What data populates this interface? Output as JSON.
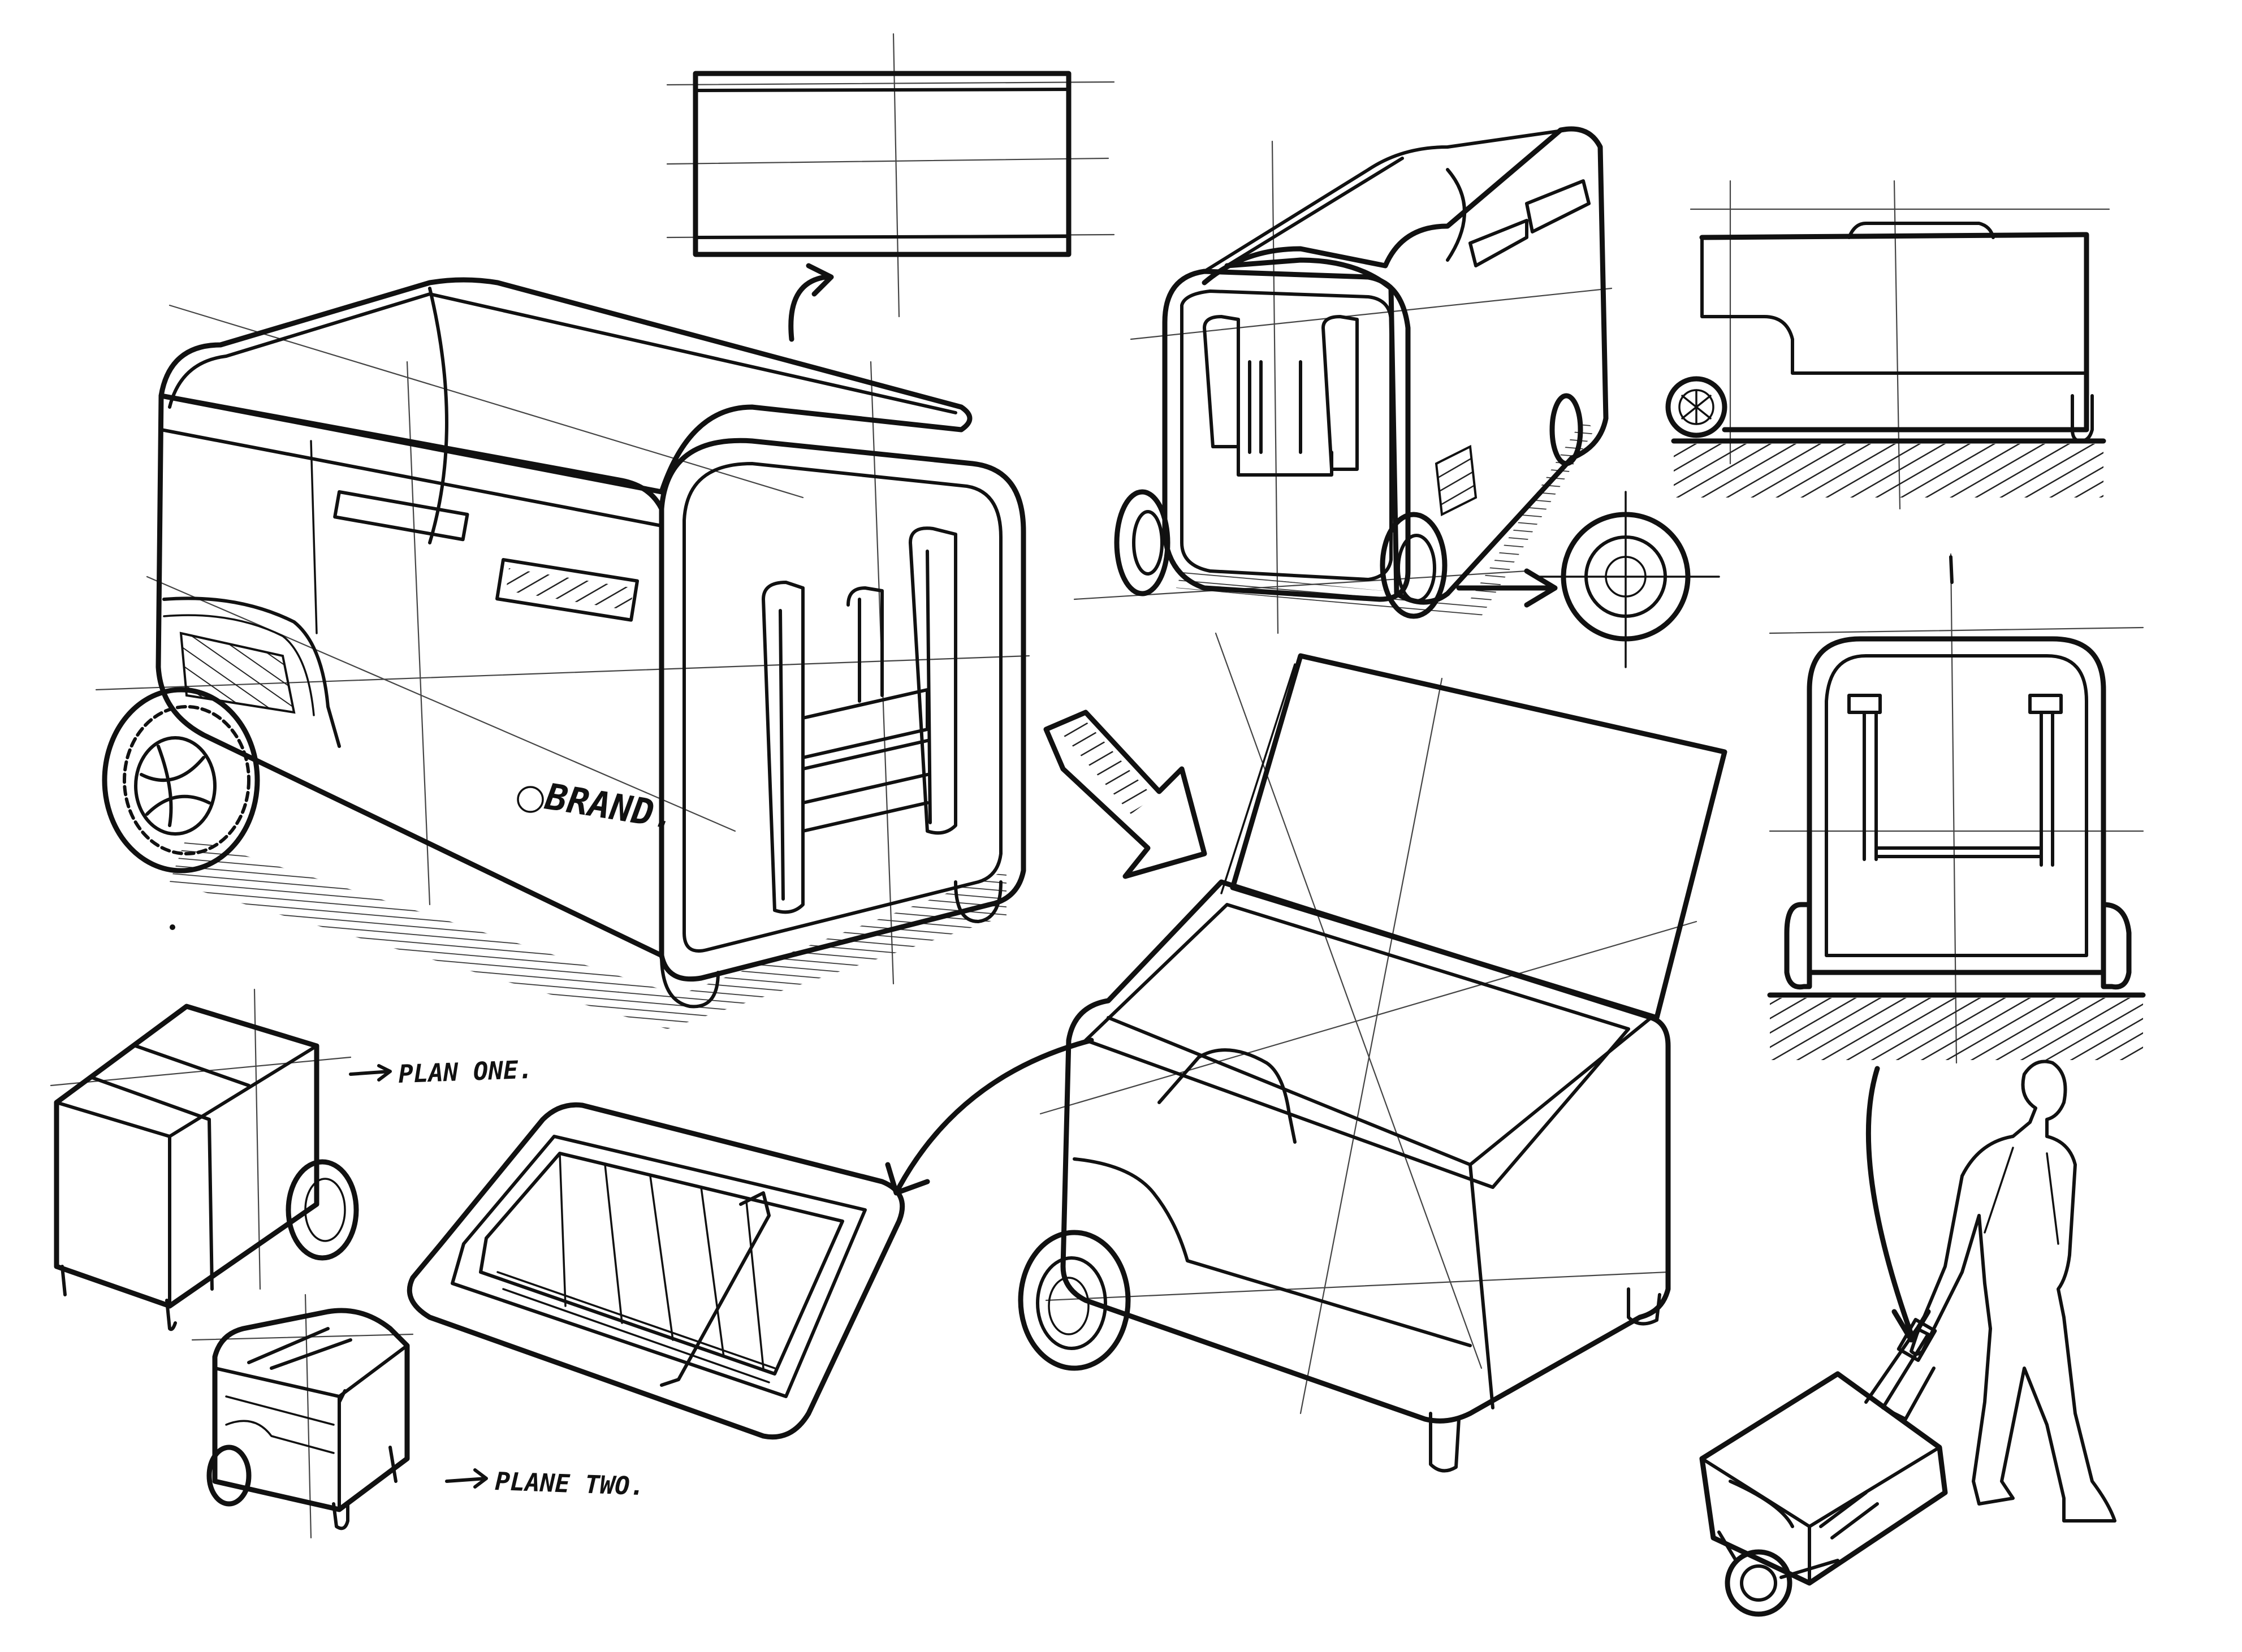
{
  "sketch": {
    "brand_mark": "BRAND.",
    "note_plan_one": "PLAN ONE.",
    "note_plan_two": "PLANE TWO."
  }
}
